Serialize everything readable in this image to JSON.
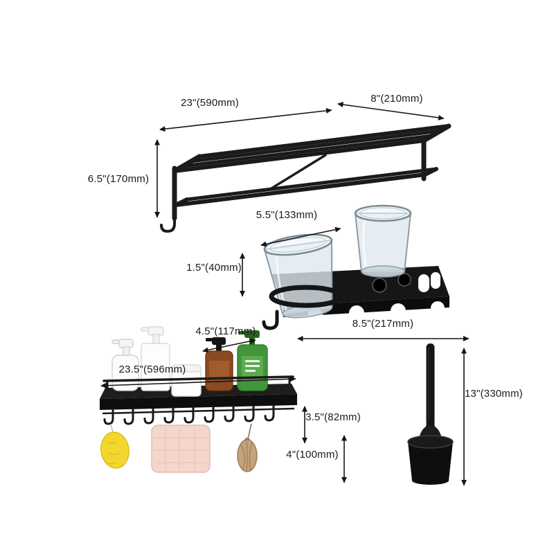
{
  "figure": {
    "description": "Bathroom hardware set dimension diagram: folding towel rack, double glass cup holder, storage shelf with hooks, toilet brush with holder",
    "background": "#ffffff"
  },
  "dimensions": {
    "towel_rack_width": "23\"(590mm)",
    "towel_rack_depth": "8\"(210mm)",
    "towel_rack_height": "6.5\"(170mm)",
    "cup_holder_rim_width": "5.5\"(133mm)",
    "cup_holder_base_height": "1.5\"(40mm)",
    "cup_holder_base_width": "8.5\"(217mm)",
    "shelf_depth": "4.5\"(117mm)",
    "shelf_width": "23.5\"(596mm)",
    "shelf_hook_height": "3.5\"(82mm)",
    "toilet_brush_height": "13\"(330mm)",
    "toilet_brush_holder_height": "4\"(100mm)"
  },
  "colors": {
    "product_black": "#1a1a1a",
    "dimension_line": "#151515",
    "label_text": "#1a1a1a",
    "glass_tint": "#dfe9f0",
    "sponge_yellow": "#f2d72e",
    "towel_pink": "#f4d6cb",
    "bottle_amber": "#8a4a22",
    "bottle_green": "#42963a"
  }
}
